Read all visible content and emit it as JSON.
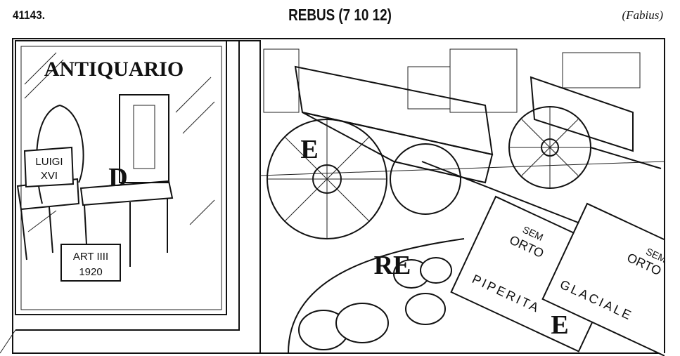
{
  "header": {
    "number": "41143.",
    "title": "REBUS (7 10 12)",
    "author": "(Fabius)"
  },
  "illustration": {
    "shop_sign": "ANTIQUARIO",
    "chair_card": {
      "line1": "LUIGI",
      "line2": "XVI"
    },
    "letter_chair": "D",
    "price_card": {
      "line1": "ART IIII",
      "line2": "1920"
    },
    "letter_wheel": "E",
    "letters_coins": "RE",
    "letter_packets": "E",
    "packet_left": {
      "top1": "SEM",
      "top2": "ORTO",
      "name": "PIPERITA"
    },
    "packet_right": {
      "top1": "SEM",
      "top2": "ORTO",
      "name": "GLACIALE"
    }
  }
}
